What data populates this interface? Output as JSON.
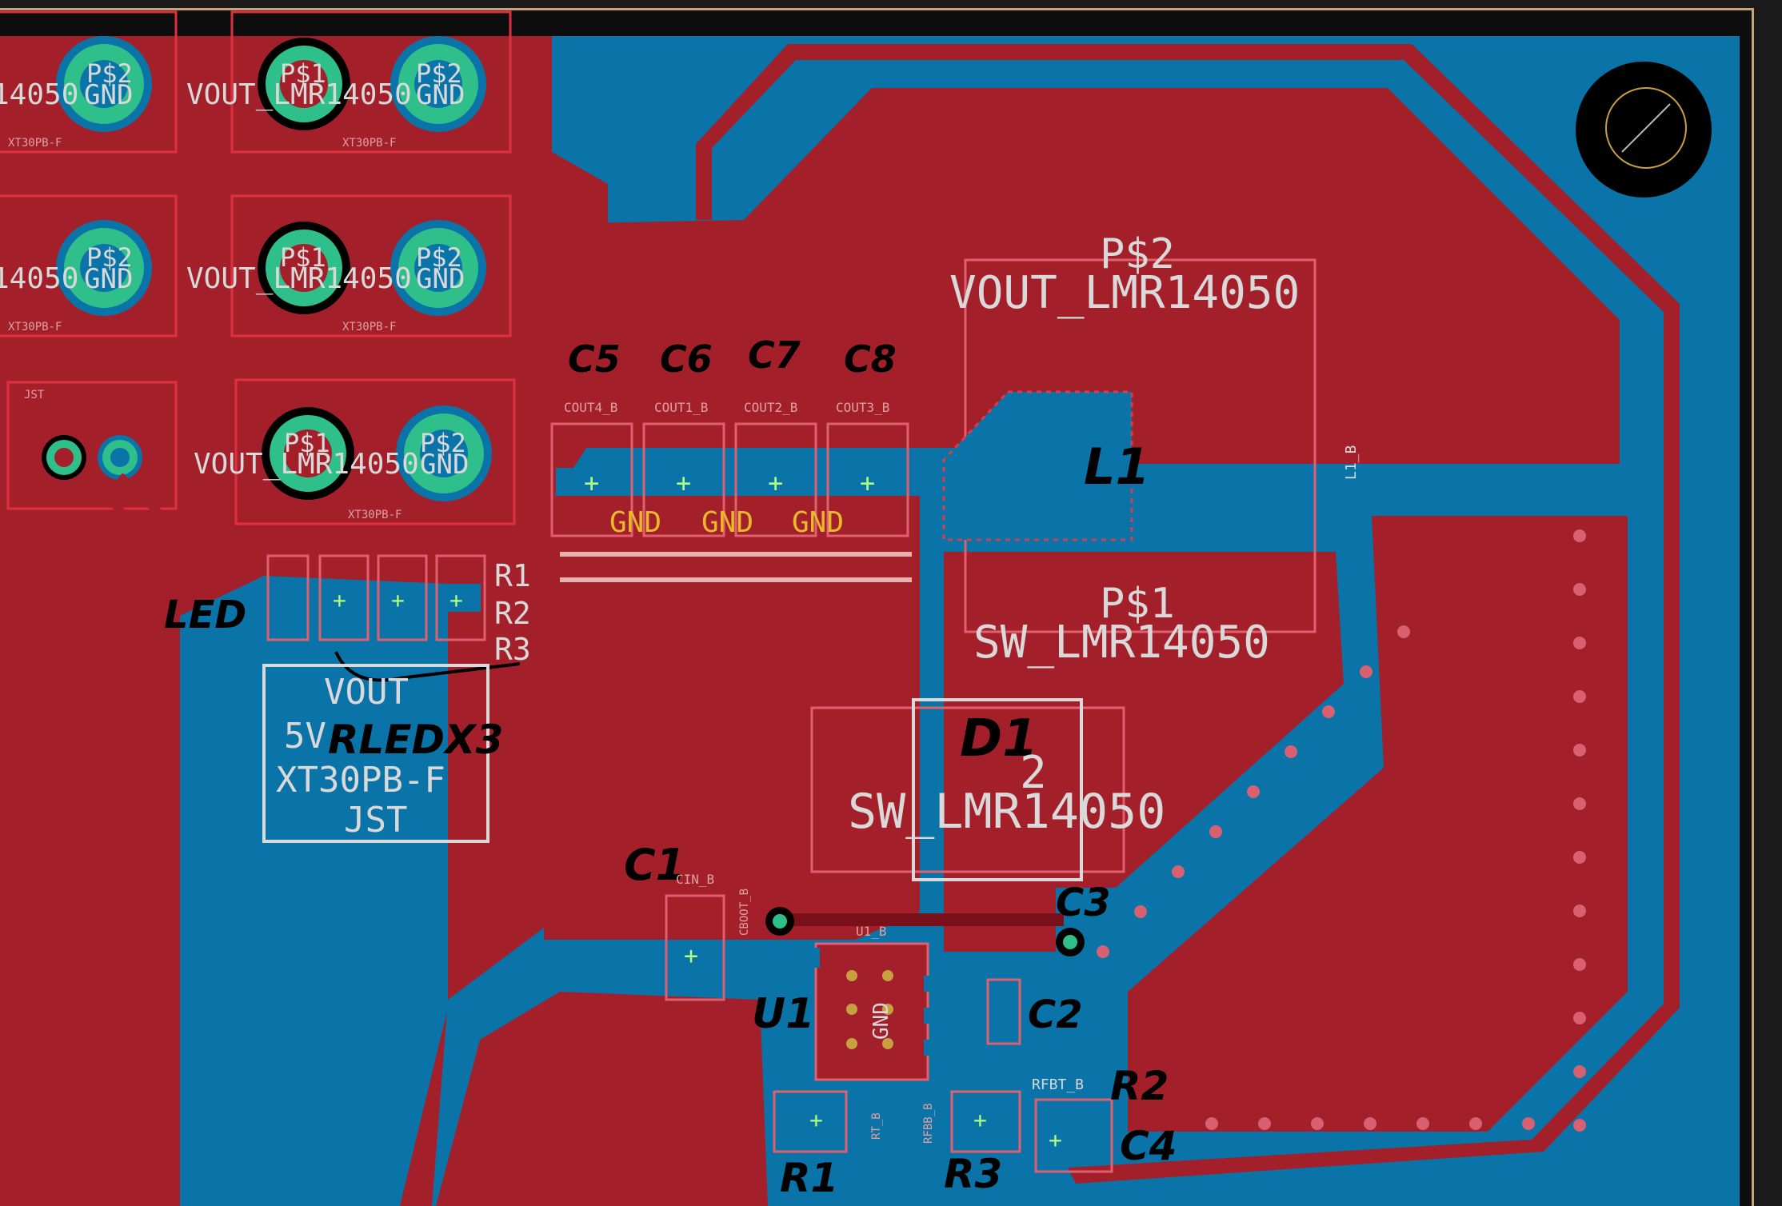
{
  "colors": {
    "background": "#1a1a1a",
    "copper_top": "#a3202b",
    "copper_bottom": "#0a73a8",
    "silkscreen": "#d9d9d9",
    "pad_green": "#2fbf8a",
    "gnd_label": "#e8b92a",
    "board_outline": "#c8a27a"
  },
  "icons": {
    "mounting_hole": "mounting-hole-icon",
    "pad_cross": "pad-plus-icon"
  },
  "connectors": {
    "row1": {
      "left_net": "14050",
      "left_gnd": "GND",
      "left_p2": "P$2",
      "vout": "VOUT_LMR14050",
      "p1": "P$1",
      "p2": "P$2",
      "gnd": "GND",
      "footprint_left": "XT30PB-F",
      "footprint_right": "XT30PB-F"
    },
    "row2": {
      "left_net": "14050",
      "left_gnd": "GND",
      "left_p2": "P$2",
      "vout": "VOUT_LMR14050",
      "p1": "P$1",
      "p2": "P$2",
      "gnd": "GND",
      "footprint_left": "XT30PB-F",
      "footprint_right": "XT30PB-F"
    },
    "row3": {
      "jst": "JST",
      "vout": "VOUT_LMR14050",
      "p1": "P$1",
      "p2": "P$2",
      "gnd": "GND",
      "footprint_right": "XT30PB-F"
    }
  },
  "inductor": {
    "p2": "P$2",
    "vout": "VOUT_LMR14050",
    "p1": "P$1",
    "sw": "SW_LMR14050",
    "label": "L1",
    "ref": "L1_B"
  },
  "diode": {
    "label": "D1",
    "pin": "2",
    "net": "SW_LMR14050"
  },
  "caps_out": {
    "handwritten": [
      "C5",
      "C6",
      "C7",
      "C8"
    ],
    "refs": [
      "COUT4_B",
      "COUT1_B",
      "COUT2_B",
      "COUT3_B"
    ],
    "gnd_labels": [
      "GND",
      "GND",
      "GND"
    ]
  },
  "led_section": {
    "led_label": "LED",
    "r_labels": [
      "R1",
      "R2",
      "R3"
    ],
    "rledx3": "RLEDX3",
    "box_lines": [
      "VOUT",
      "5V",
      "XT30PB-F",
      "JST"
    ]
  },
  "regulator": {
    "c1": "C1",
    "cin_ref": "CIN_B",
    "u1": "U1",
    "u1_ref": "U1_B",
    "gnd": "GND",
    "c2": "C2",
    "c3": "C3",
    "c4": "C4",
    "r1": "R1",
    "r2": "R2",
    "r3": "R3",
    "rfbt_ref": "RFBT_B",
    "rt_ref": "RT_B",
    "rfbb_ref": "RFBB_B",
    "cbot_ref": "CBOOT_B"
  }
}
